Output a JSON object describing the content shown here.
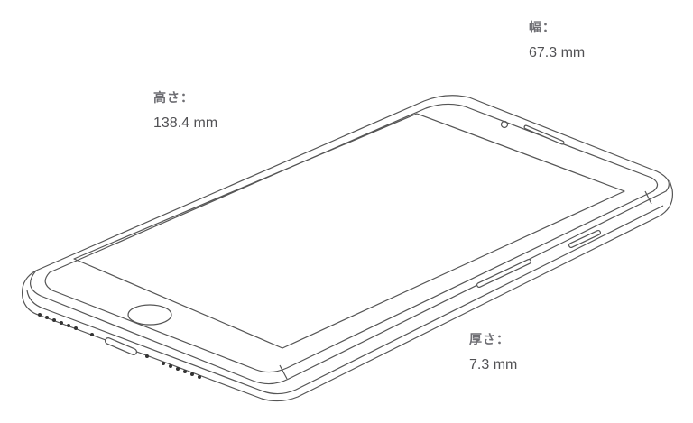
{
  "dimensions": {
    "height": {
      "label": "高さ：",
      "value": "138.4 mm"
    },
    "width": {
      "label": "幅：",
      "value": "67.3 mm"
    },
    "depth": {
      "label": "厚さ：",
      "value": "7.3 mm"
    }
  },
  "colors": {
    "outline": "#6e6e73",
    "label": "#6e6e73",
    "value": "#515154"
  }
}
